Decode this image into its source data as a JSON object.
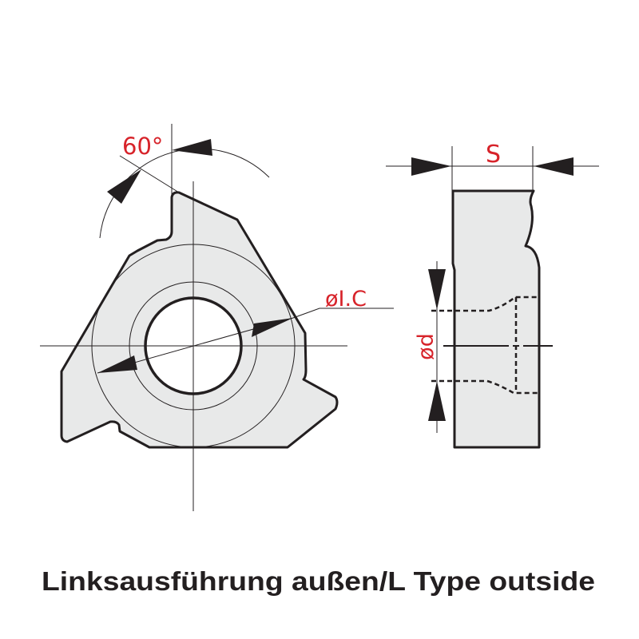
{
  "labels": {
    "angle": "60°",
    "inscribed_circle": "øI.C",
    "thickness": "S",
    "hole_diameter": "ød"
  },
  "caption": "Linksausführung außen/L Type outside",
  "colors": {
    "dimension_text": "#d7232a",
    "insert_fill": "#e8e9e9",
    "outline": "#231f20"
  }
}
